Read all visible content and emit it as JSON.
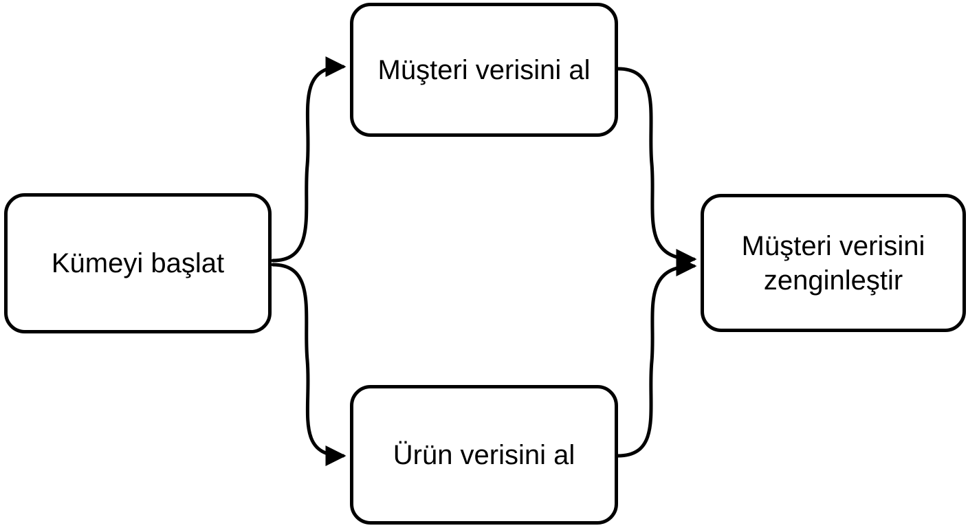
{
  "diagram": {
    "type": "flowchart",
    "direction": "left-to-right",
    "background_color": "#ffffff",
    "stroke_color": "#000000",
    "node_fill_color": "#ffffff",
    "text_color": "#000000",
    "nodes": [
      {
        "id": "start",
        "label": "Kümeyi başlat"
      },
      {
        "id": "get-customer",
        "label": "Müşteri verisini al"
      },
      {
        "id": "get-product",
        "label": "Ürün verisini al"
      },
      {
        "id": "enrich-customer",
        "label": "Müşteri verisini zenginleştir"
      }
    ],
    "edges": [
      {
        "from": "Kümeyi başlat",
        "to": "Müşteri verisini al"
      },
      {
        "from": "Kümeyi başlat",
        "to": "Ürün verisini al"
      },
      {
        "from": "Müşteri verisini al",
        "to": "Müşteri verisini zenginleştir"
      },
      {
        "from": "Ürün verisini al",
        "to": "Müşteri verisini zenginleştir"
      }
    ]
  }
}
